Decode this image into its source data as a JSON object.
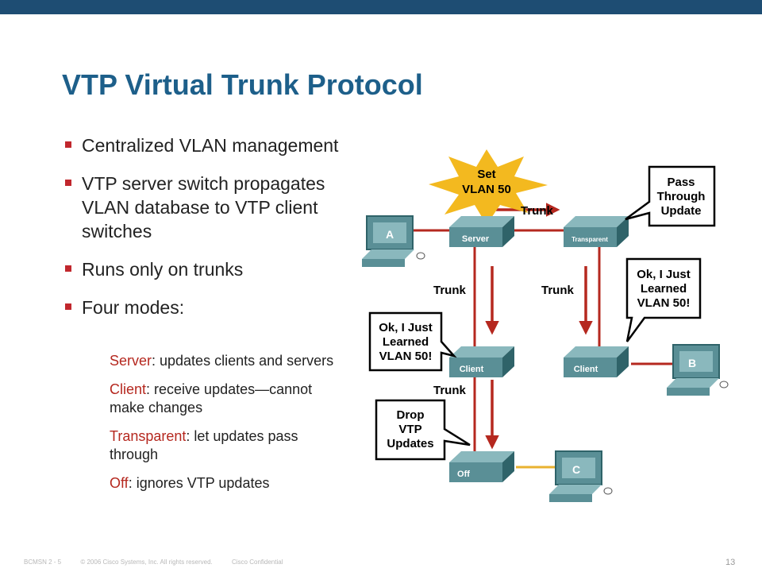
{
  "slide": {
    "title": "VTP Virtual Trunk Protocol",
    "bullets": [
      "Centralized VLAN management",
      "VTP server switch propagates VLAN database to VTP client switches",
      "Runs only on trunks",
      "Four modes:"
    ],
    "modes": [
      {
        "name": "Server",
        "desc": ": updates clients and servers"
      },
      {
        "name": "Client",
        "desc": ": receive updates—cannot make changes"
      },
      {
        "name": "Transparent",
        "desc": ": let updates pass through"
      },
      {
        "name": "Off",
        "desc": ": ignores VTP updates"
      }
    ]
  },
  "diagram": {
    "starburst": {
      "line1": "Set",
      "line2": "VLAN 50"
    },
    "trunk_labels": [
      "Trunk",
      "Trunk",
      "Trunk",
      "Trunk"
    ],
    "switches": {
      "server": "Server",
      "transparent": "Transparent",
      "client1": "Client",
      "client2": "Client",
      "off": "Off"
    },
    "hosts": {
      "a": "A",
      "b": "B",
      "c": "C"
    },
    "callouts": {
      "pass": [
        "Pass",
        "Through",
        "Update"
      ],
      "learned_right": [
        "Ok, I Just",
        "Learned",
        "VLAN 50!"
      ],
      "learned_left": [
        "Ok, I Just",
        "Learned",
        "VLAN 50!"
      ],
      "drop": [
        "Drop",
        "VTP",
        "Updates"
      ]
    }
  },
  "footer": {
    "course": "BCMSN 2 - 5",
    "copyright": "© 2006 Cisco Systems, Inc. All rights reserved.",
    "confidential": "Cisco Confidential",
    "page": "13"
  },
  "colors": {
    "title": "#1d5f8a",
    "accent": "#b5281f",
    "topbar": "#1e4d73",
    "switch": "#5a8f96",
    "link": "#b5281f"
  }
}
